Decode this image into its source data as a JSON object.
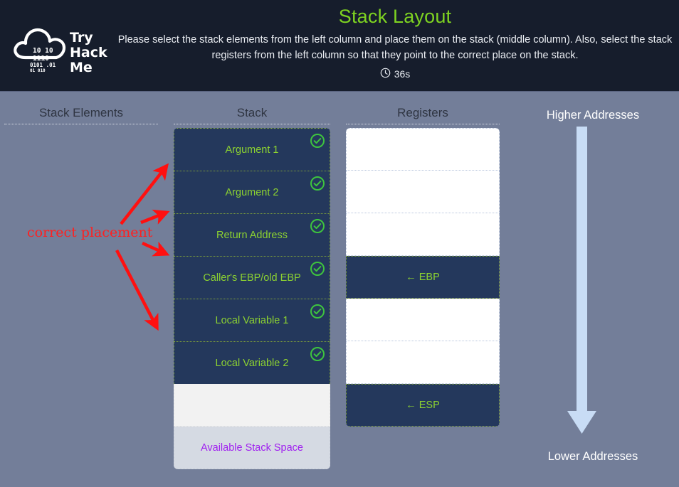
{
  "header": {
    "logo_alt": "TryHackMe",
    "logo_words": [
      "Try",
      "Hack",
      "Me"
    ],
    "logo_binary": [
      "10  10",
      "1110",
      "0101 .01",
      "01  010"
    ],
    "title": "Stack Layout",
    "subtitle": "Please select the stack elements from the left column and place them on the stack (middle column). Also, select the stack registers from the left column so that they point to the correct place on the stack.",
    "timer": "36s",
    "timer_icon": "clock-icon",
    "bg_color": "#161d2c",
    "title_color": "#7ed321"
  },
  "columns": {
    "stack_elements_header": "Stack Elements",
    "stack_header": "Stack",
    "registers_header": "Registers"
  },
  "stack": {
    "slots": [
      {
        "label": "Argument 1",
        "state": "filled",
        "check": true
      },
      {
        "label": "Argument 2",
        "state": "filled",
        "check": true
      },
      {
        "label": "Return Address",
        "state": "filled",
        "check": true
      },
      {
        "label": "Caller's EBP/old EBP",
        "state": "filled",
        "check": true
      },
      {
        "label": "Local Variable 1",
        "state": "filled",
        "check": true
      },
      {
        "label": "Local Variable 2",
        "state": "filled",
        "check": true
      },
      {
        "label": "",
        "state": "empty",
        "check": false
      },
      {
        "label": "Available Stack Space",
        "state": "available",
        "check": false
      }
    ],
    "filled_bg": "#24385c",
    "filled_text": "#8cd231",
    "available_bg": "#d5dae3",
    "available_text": "#a020f0",
    "check_icon": "check-circle-icon"
  },
  "registers": {
    "slots": [
      {
        "label": "",
        "state": "empty"
      },
      {
        "label": "",
        "state": "empty"
      },
      {
        "label": "",
        "state": "empty"
      },
      {
        "label": "← EBP",
        "state": "filled"
      },
      {
        "label": "",
        "state": "empty"
      },
      {
        "label": "",
        "state": "empty"
      },
      {
        "label": "← ESP",
        "state": "filled"
      }
    ],
    "filled_bg": "#24385c",
    "filled_text": "#8cd231",
    "empty_bg": "#ffffff"
  },
  "addresses": {
    "top_label": "Higher Addresses",
    "bottom_label": "Lower Addresses",
    "arrow_icon": "down-arrow-icon",
    "arrow_color": "#c8dcf5",
    "direction": "down"
  },
  "annotations": {
    "text": "correct placement",
    "text_color": "#ff2020",
    "arrow_count": 4,
    "arrow_icon": "red-pointer-arrow-icon"
  },
  "page": {
    "bg_color": "#737e99"
  }
}
